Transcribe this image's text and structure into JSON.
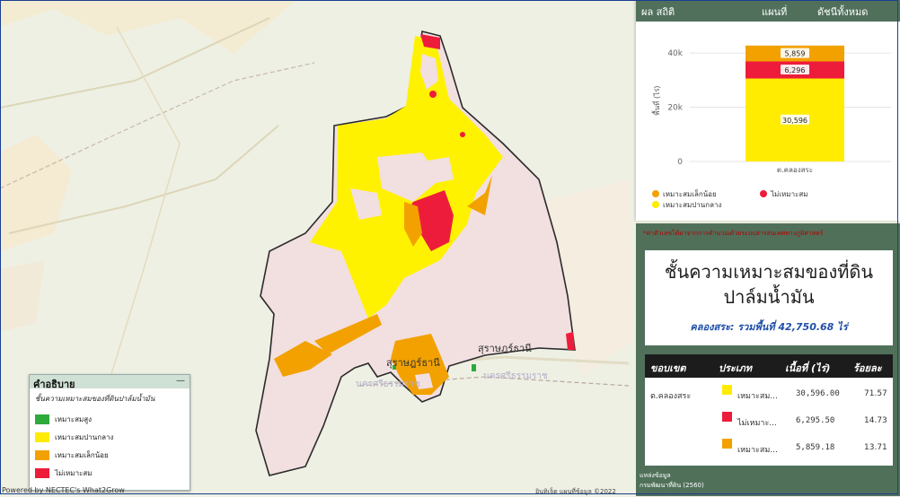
{
  "map": {
    "labels": {
      "city_1": "สุราษฎร์ธานี",
      "city_2": "สุราษฎร์ธานี",
      "province_1": "นครศรีธรรมราช",
      "province_2": "นครศรีธรรมราช"
    },
    "powered_by": "Powered by NECTEC's What2Grow",
    "attribution": "อินทิเจ็ต แผนที่ข้อมูล ©2022"
  },
  "chart_panel": {
    "header_left": "ผล สถิติ",
    "header_mid": "แผนที่",
    "header_right": "ดัชนีทั้งหมด"
  },
  "chart_data": {
    "type": "bar",
    "stacked": true,
    "categories": [
      "ต.คลองสระ"
    ],
    "series": [
      {
        "name": "เหมาะสมปานกลาง",
        "color": "#ffec00",
        "values": [
          30596
        ]
      },
      {
        "name": "ไม่เหมาะสม",
        "color": "#ee1c3b",
        "values": [
          6296
        ]
      },
      {
        "name": "เหมาะสมเล็กน้อย",
        "color": "#f2a100",
        "values": [
          5859
        ]
      }
    ],
    "data_labels": [
      "30,596",
      "6,296",
      "5,859"
    ],
    "ylabel": "พื้นที่ (ไร่)",
    "ylim": [
      0,
      45000
    ],
    "yticks": [
      0,
      20000,
      40000
    ],
    "ytick_labels": [
      "0",
      "20k",
      "40k"
    ],
    "legend": {
      "position": "bottom",
      "items": [
        {
          "label": "เหมาะสมเล็กน้อย",
          "color": "#f2a100"
        },
        {
          "label": "ไม่เหมาะสม",
          "color": "#ee1c3b"
        },
        {
          "label": "เหมาะสมปานกลาง",
          "color": "#ffec00"
        }
      ]
    }
  },
  "info": {
    "note": "*ค่าตัวเลขได้มาจากการคำนวณด้วยระบบสารสนเทศทางภูมิศาสตร์",
    "title_line1": "ชั้นความเหมาะสมของที่ดิน",
    "title_line2": "ปาล์มน้ำมัน",
    "subtitle": "คลองสระ: รวมพื้นที่ 42,750.68 ไร่",
    "table": {
      "headers": [
        "ขอบเขต",
        "ประเภท",
        "เนื้อที่ (ไร่)",
        "ร้อยละ"
      ],
      "rows": [
        {
          "area": "ต.คลองสระ",
          "type": "เหมาะสม...",
          "color": "#ffec00",
          "rai": "30,596.00",
          "pct": "71.57"
        },
        {
          "area": "",
          "type": "ไม่เหมาะ...",
          "color": "#ee1c3b",
          "rai": "6,295.50",
          "pct": "14.73"
        },
        {
          "area": "",
          "type": "เหมาะสม...",
          "color": "#f2a100",
          "rai": "5,859.18",
          "pct": "13.71"
        }
      ]
    },
    "source_label": "แหล่งข้อมูล",
    "source_value": "กรมพัฒนาที่ดิน (2560)"
  },
  "legend": {
    "title": "คำอธิบาย",
    "collapse": "—",
    "subtitle": "ชั้นความเหมาะสมของที่ดินปาล์มน้ำมัน",
    "items": [
      {
        "label": "เหมาะสมสูง",
        "color": "#2eaa3a"
      },
      {
        "label": "เหมาะสมปานกลาง",
        "color": "#ffec00"
      },
      {
        "label": "เหมาะสมเล็กน้อย",
        "color": "#f2a100"
      },
      {
        "label": "ไม่เหมาะสม",
        "color": "#ee1c3b"
      }
    ]
  }
}
